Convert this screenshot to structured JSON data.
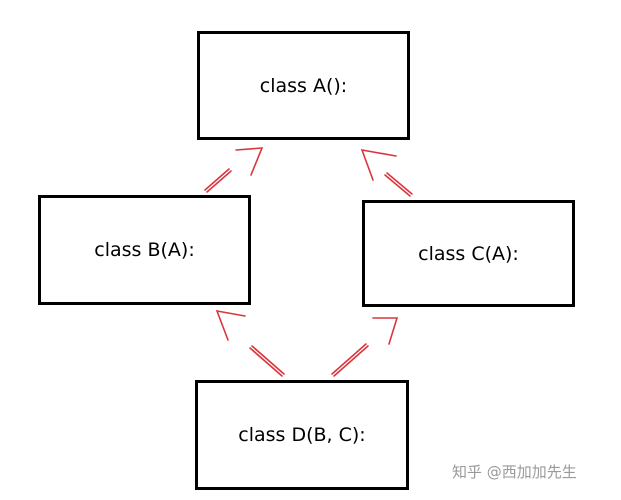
{
  "classes": {
    "a": "class A():",
    "b": "class B(A):",
    "c": "class C(A):",
    "d": "class D(B, C):"
  },
  "arrow_color": "#d9363e",
  "watermark": "知乎 @西加加先生"
}
